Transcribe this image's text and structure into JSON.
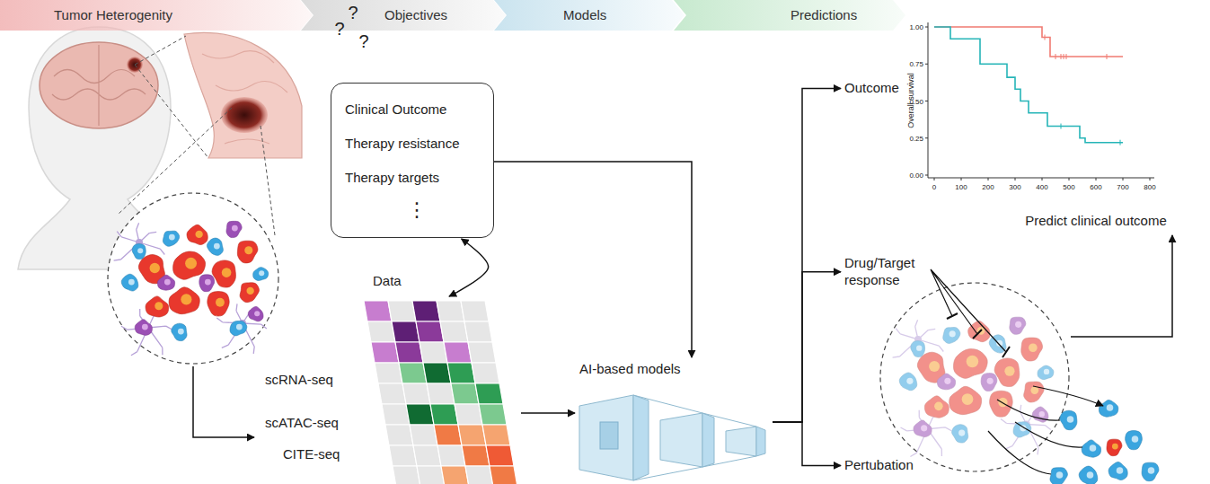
{
  "diagram": {
    "nodes": [
      {
        "text": [
          "Tumor Heterogenity"
        ]
      },
      {
        "text": [
          "Objectives"
        ]
      },
      {
        "text": [
          "Models"
        ]
      },
      {
        "text": [
          "Predictions"
        ]
      },
      {
        "text": [
          "Clinical Outcome",
          "Therapy resistance",
          "Therapy targets",
          "⋮"
        ]
      },
      {
        "text": [
          "Data",
          "scRNA-seq",
          "scATAC-seq",
          "CITE-seq"
        ]
      },
      {
        "text": [
          "AI-based models"
        ]
      },
      {
        "text": [
          "Outcome"
        ]
      },
      {
        "text": [
          "Drug/Target response"
        ]
      },
      {
        "text": [
          "Pertubation"
        ]
      }
    ],
    "edges": [
      {
        "from": 4,
        "to": 5,
        "arrow": "both"
      },
      {
        "from": 4,
        "to": 6,
        "arrow": "to"
      },
      {
        "from": 5,
        "to": 6,
        "arrow": "to"
      },
      {
        "from": 6,
        "to": 7,
        "arrow": "to"
      },
      {
        "from": 6,
        "to": 8,
        "arrow": "to"
      },
      {
        "from": 6,
        "to": 9,
        "arrow": "to"
      }
    ],
    "labels": [
      "?",
      "?",
      "?",
      "Overall survival",
      "1.00",
      "0.75",
      "0.50",
      "0.25",
      "0.00",
      "0",
      "100",
      "200",
      "300",
      "400",
      "500",
      "600",
      "700",
      "800",
      "Predict clinical outcome"
    ]
  }
}
